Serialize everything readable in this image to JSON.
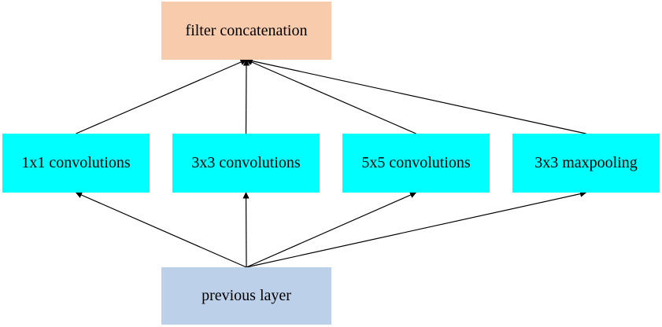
{
  "diagram": {
    "type": "inception-module",
    "nodes": [
      {
        "id": "concat",
        "label": "filter concatenation",
        "color": "#f8cbad"
      },
      {
        "id": "c1x1",
        "label": "1x1 convolutions",
        "color": "#00ffff"
      },
      {
        "id": "c3x3",
        "label": "3x3 convolutions",
        "color": "#00ffff"
      },
      {
        "id": "c5x5",
        "label": "5x5 convolutions",
        "color": "#00ffff"
      },
      {
        "id": "pool",
        "label": "3x3 maxpooling",
        "color": "#00ffff"
      },
      {
        "id": "prev",
        "label": "previous layer",
        "color": "#bdd0e9"
      }
    ],
    "edges": [
      {
        "from": "prev",
        "to": "c1x1"
      },
      {
        "from": "prev",
        "to": "c3x3"
      },
      {
        "from": "prev",
        "to": "c5x5"
      },
      {
        "from": "prev",
        "to": "pool"
      },
      {
        "from": "c1x1",
        "to": "concat"
      },
      {
        "from": "c3x3",
        "to": "concat"
      },
      {
        "from": "c5x5",
        "to": "concat"
      },
      {
        "from": "pool",
        "to": "concat"
      }
    ],
    "edge_color": "#000000"
  }
}
